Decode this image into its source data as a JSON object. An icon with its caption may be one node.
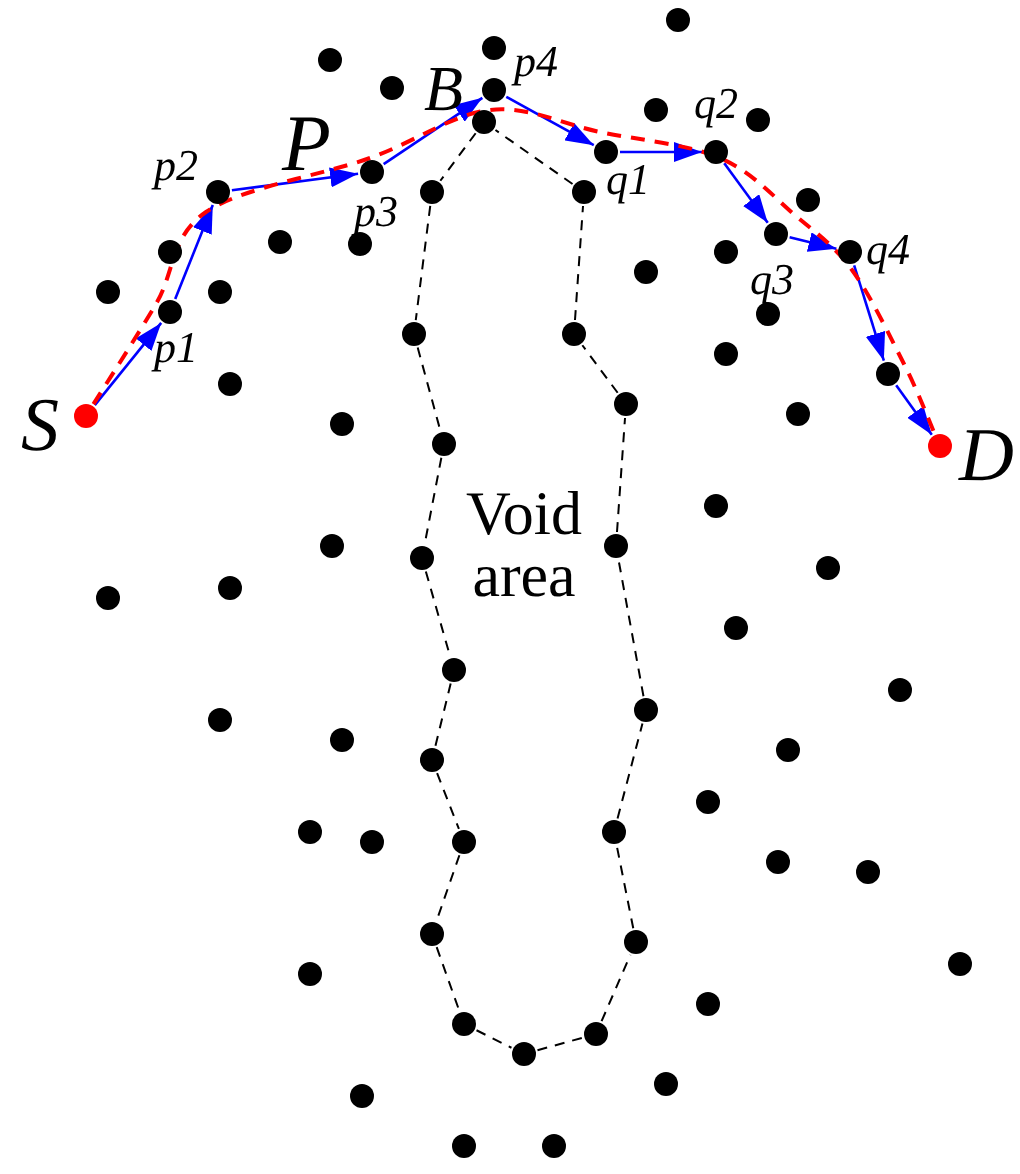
{
  "diagram": {
    "nodes": [
      {
        "text": [],
        "shape": "circle"
      },
      {
        "text": [],
        "shape": "circle"
      },
      {
        "text": [],
        "shape": "circle"
      },
      {
        "text": [],
        "shape": "circle"
      },
      {
        "text": [
          "p4"
        ]
      },
      {
        "text": [],
        "shape": "circle"
      },
      {
        "text": [],
        "shape": "circle"
      },
      {
        "text": [
          "B"
        ]
      },
      {
        "text": [
          "q1"
        ]
      },
      {
        "text": [
          "q2"
        ]
      },
      {
        "text": [
          "p3"
        ]
      },
      {
        "text": [
          "p2"
        ]
      },
      {
        "text": [],
        "shape": "circle"
      },
      {
        "text": [],
        "shape": "circle"
      },
      {
        "text": [],
        "shape": "circle"
      },
      {
        "text": [
          "q3"
        ]
      },
      {
        "text": [],
        "shape": "circle"
      },
      {
        "text": [],
        "shape": "circle"
      },
      {
        "text": [],
        "shape": "circle"
      },
      {
        "text": [],
        "shape": "circle"
      },
      {
        "text": [
          "q4"
        ]
      },
      {
        "text": [],
        "shape": "circle"
      },
      {
        "text": [],
        "shape": "circle"
      },
      {
        "text": [],
        "shape": "circle"
      },
      {
        "text": [
          "p1"
        ]
      },
      {
        "text": [],
        "shape": "circle"
      },
      {
        "text": [],
        "shape": "circle"
      },
      {
        "text": [],
        "shape": "circle"
      },
      {
        "text": [],
        "shape": "circle"
      },
      {
        "text": [],
        "shape": "circle"
      },
      {
        "text": [],
        "shape": "circle"
      },
      {
        "text": [],
        "shape": "circle"
      },
      {
        "text": [
          "S"
        ]
      },
      {
        "text": [],
        "shape": "circle"
      },
      {
        "text": [],
        "shape": "circle"
      },
      {
        "text": [],
        "shape": "circle"
      },
      {
        "text": [
          "D"
        ]
      },
      {
        "text": [],
        "shape": "circle"
      },
      {
        "text": [],
        "shape": "circle"
      },
      {
        "text": [],
        "shape": "circle"
      },
      {
        "text": [],
        "shape": "circle"
      },
      {
        "text": [],
        "shape": "circle"
      },
      {
        "text": [],
        "shape": "circle"
      },
      {
        "text": [],
        "shape": "circle"
      },
      {
        "text": [],
        "shape": "circle"
      },
      {
        "text": [],
        "shape": "circle"
      },
      {
        "text": [],
        "shape": "circle"
      },
      {
        "text": [],
        "shape": "circle"
      },
      {
        "text": [],
        "shape": "circle"
      },
      {
        "text": [],
        "shape": "circle"
      },
      {
        "text": [],
        "shape": "circle"
      },
      {
        "text": [],
        "shape": "circle"
      },
      {
        "text": [],
        "shape": "circle"
      },
      {
        "text": [],
        "shape": "circle"
      },
      {
        "text": [],
        "shape": "circle"
      },
      {
        "text": [],
        "shape": "circle"
      },
      {
        "text": [],
        "shape": "circle"
      },
      {
        "text": [],
        "shape": "circle"
      },
      {
        "text": [],
        "shape": "circle"
      },
      {
        "text": [],
        "shape": "circle"
      },
      {
        "text": [],
        "shape": "circle"
      },
      {
        "text": [],
        "shape": "circle"
      },
      {
        "text": [],
        "shape": "circle"
      },
      {
        "text": [],
        "shape": "circle"
      },
      {
        "text": [],
        "shape": "circle"
      },
      {
        "text": [],
        "shape": "circle"
      },
      {
        "text": [],
        "shape": "circle"
      },
      {
        "text": [],
        "shape": "circle"
      },
      {
        "text": [],
        "shape": "circle"
      },
      {
        "text": [],
        "shape": "circle"
      },
      {
        "text": [],
        "shape": "circle"
      }
    ],
    "edges": [
      {
        "from": 32,
        "to": 24,
        "arrow": "to",
        "color": "#0000ff"
      },
      {
        "from": 24,
        "to": 11,
        "arrow": "to",
        "color": "#0000ff"
      },
      {
        "from": 11,
        "to": 10,
        "arrow": "to",
        "color": "#0000ff"
      },
      {
        "from": 10,
        "to": 4,
        "arrow": "to",
        "color": "#0000ff"
      },
      {
        "from": 4,
        "to": 8,
        "arrow": "to",
        "color": "#0000ff"
      },
      {
        "from": 8,
        "to": 9,
        "arrow": "to",
        "color": "#0000ff"
      },
      {
        "from": 9,
        "to": 15,
        "arrow": "to",
        "color": "#0000ff"
      },
      {
        "from": 15,
        "to": 20,
        "arrow": "to",
        "color": "#0000ff"
      },
      {
        "from": 20,
        "to": 29,
        "arrow": "to",
        "color": "#0000ff"
      },
      {
        "from": 29,
        "to": 36,
        "arrow": "to",
        "color": "#0000ff"
      },
      {
        "from": 32,
        "to": 36,
        "arrow": "none",
        "style": "dashed",
        "color": "#ff0000"
      },
      {
        "from": 7,
        "to": 12,
        "arrow": "none",
        "style": "dashed"
      },
      {
        "from": 12,
        "to": 26,
        "arrow": "none",
        "style": "dashed"
      },
      {
        "from": 26,
        "to": 35,
        "arrow": "none",
        "style": "dashed"
      },
      {
        "from": 35,
        "to": 40,
        "arrow": "none",
        "style": "dashed"
      },
      {
        "from": 40,
        "to": 45,
        "arrow": "none",
        "style": "dashed"
      },
      {
        "from": 45,
        "to": 51,
        "arrow": "none",
        "style": "dashed"
      },
      {
        "from": 51,
        "to": 56,
        "arrow": "none",
        "style": "dashed"
      },
      {
        "from": 56,
        "to": 59,
        "arrow": "none",
        "style": "dashed"
      },
      {
        "from": 59,
        "to": 64,
        "arrow": "none",
        "style": "dashed"
      },
      {
        "from": 64,
        "to": 66,
        "arrow": "none",
        "style": "dashed"
      },
      {
        "from": 66,
        "to": 65,
        "arrow": "none",
        "style": "dashed"
      },
      {
        "from": 65,
        "to": 60,
        "arrow": "none",
        "style": "dashed"
      },
      {
        "from": 60,
        "to": 54,
        "arrow": "none",
        "style": "dashed"
      },
      {
        "from": 54,
        "to": 47,
        "arrow": "none",
        "style": "dashed"
      },
      {
        "from": 47,
        "to": 39,
        "arrow": "none",
        "style": "dashed"
      },
      {
        "from": 39,
        "to": 31,
        "arrow": "none",
        "style": "dashed"
      },
      {
        "from": 31,
        "to": 27,
        "arrow": "none",
        "style": "dashed"
      },
      {
        "from": 27,
        "to": 13,
        "arrow": "none",
        "style": "dashed"
      },
      {
        "from": 13,
        "to": 7,
        "arrow": "none",
        "style": "dashed"
      }
    ],
    "labels": [
      "P",
      "Void area"
    ]
  }
}
